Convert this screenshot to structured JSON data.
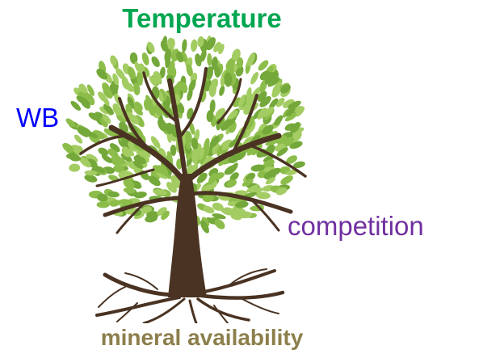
{
  "labels": {
    "top": "Temperature",
    "left": "WB",
    "right": "competition",
    "bottom": "mineral availability"
  },
  "colors": {
    "top": "#00a650",
    "left": "#0000ff",
    "right": "#7030a0",
    "bottom": "#8c7f4b",
    "trunk": "#4a3322",
    "leaf_light": "#a3cc62",
    "leaf_mid": "#8cbd4a",
    "leaf_dark": "#74a83a"
  },
  "icons": {
    "tree": "tree-with-roots-icon"
  }
}
